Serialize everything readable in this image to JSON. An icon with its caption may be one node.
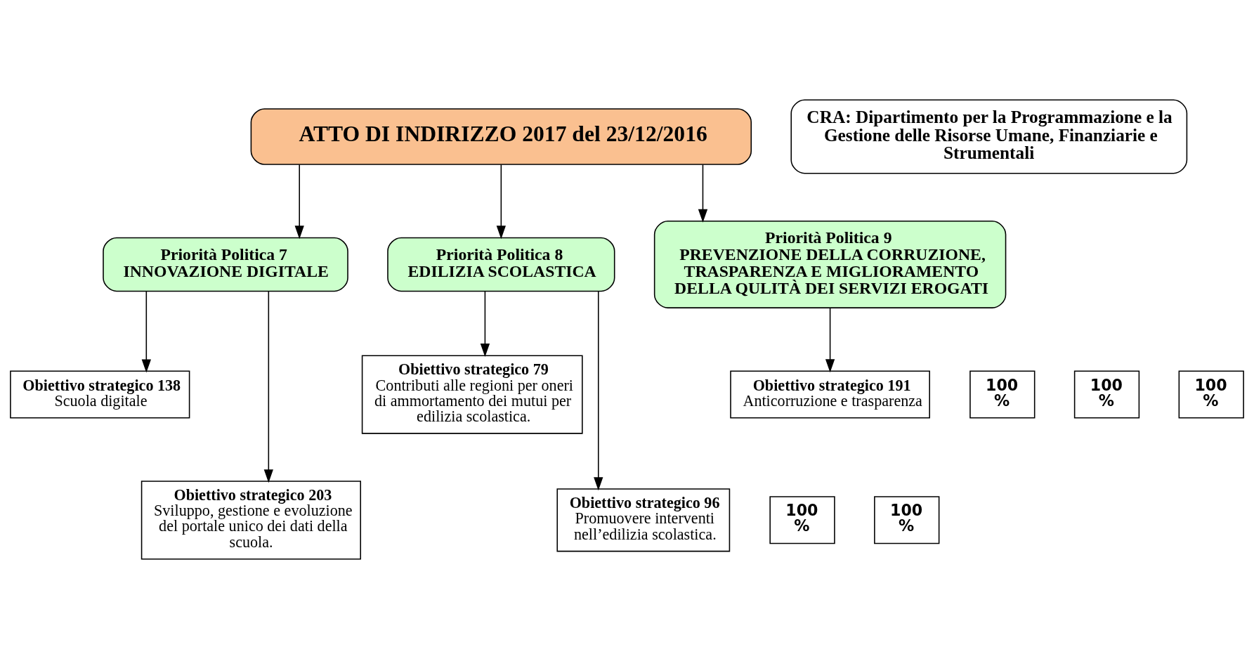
{
  "diagram": {
    "nodes": [
      {
        "text": [
          "ATTO DI INDIRIZZO 2017 del 23/12/2016"
        ]
      },
      {
        "text": [
          "Priorità Politica 7",
          "INNOVAZIONE DIGITALE"
        ]
      },
      {
        "text": [
          "Priorità Politica 8",
          "EDILIZIA SCOLASTICA"
        ]
      },
      {
        "text": [
          "Priorità Politica 9",
          "PREVENZIONE DELLA CORRUZIONE, TRASPARENZA E MIGLIORAMENTO DELLA QULITÀ DEI SERVIZI EROGATI"
        ]
      },
      {
        "text": [
          "Obiettivo strategico 138",
          "Scuola digitale"
        ]
      },
      {
        "text": [
          "100 %"
        ]
      },
      {
        "text": [
          "Obiettivo strategico 203",
          "Sviluppo, gestione e evoluzione del portale unico dei dati della scuola."
        ]
      },
      {
        "text": [
          "100 %"
        ]
      },
      {
        "text": [
          "Obiettivo strategico 79",
          "Contributi alle regioni per oneri di ammortamento dei mutui per edilizia scolastica."
        ]
      },
      {
        "text": [
          "100 %"
        ]
      },
      {
        "text": [
          "Obiettivo strategico 96",
          "Promuovere interventi nell’edilizia scolastica."
        ]
      },
      {
        "text": [
          "100 %"
        ]
      },
      {
        "text": [
          "Obiettivo strategico 191",
          "Anticorruzione e trasparenza"
        ]
      },
      {
        "text": [
          "100 %"
        ]
      },
      {
        "text": [
          "CRA: Dipartimento per la Programmazione e la Gestione delle Risorse Umane, Finanziarie e Strumentali"
        ]
      }
    ],
    "edges": [
      {
        "from": 0,
        "to": 1,
        "arrow": "to"
      },
      {
        "from": 0,
        "to": 2,
        "arrow": "to"
      },
      {
        "from": 0,
        "to": 3,
        "arrow": "to"
      },
      {
        "from": 1,
        "to": 4,
        "arrow": "to"
      },
      {
        "from": 1,
        "to": 6,
        "arrow": "to"
      },
      {
        "from": 2,
        "to": 8,
        "arrow": "to"
      },
      {
        "from": 2,
        "to": 10,
        "arrow": "to"
      },
      {
        "from": 3,
        "to": 12,
        "arrow": "to"
      }
    ]
  }
}
